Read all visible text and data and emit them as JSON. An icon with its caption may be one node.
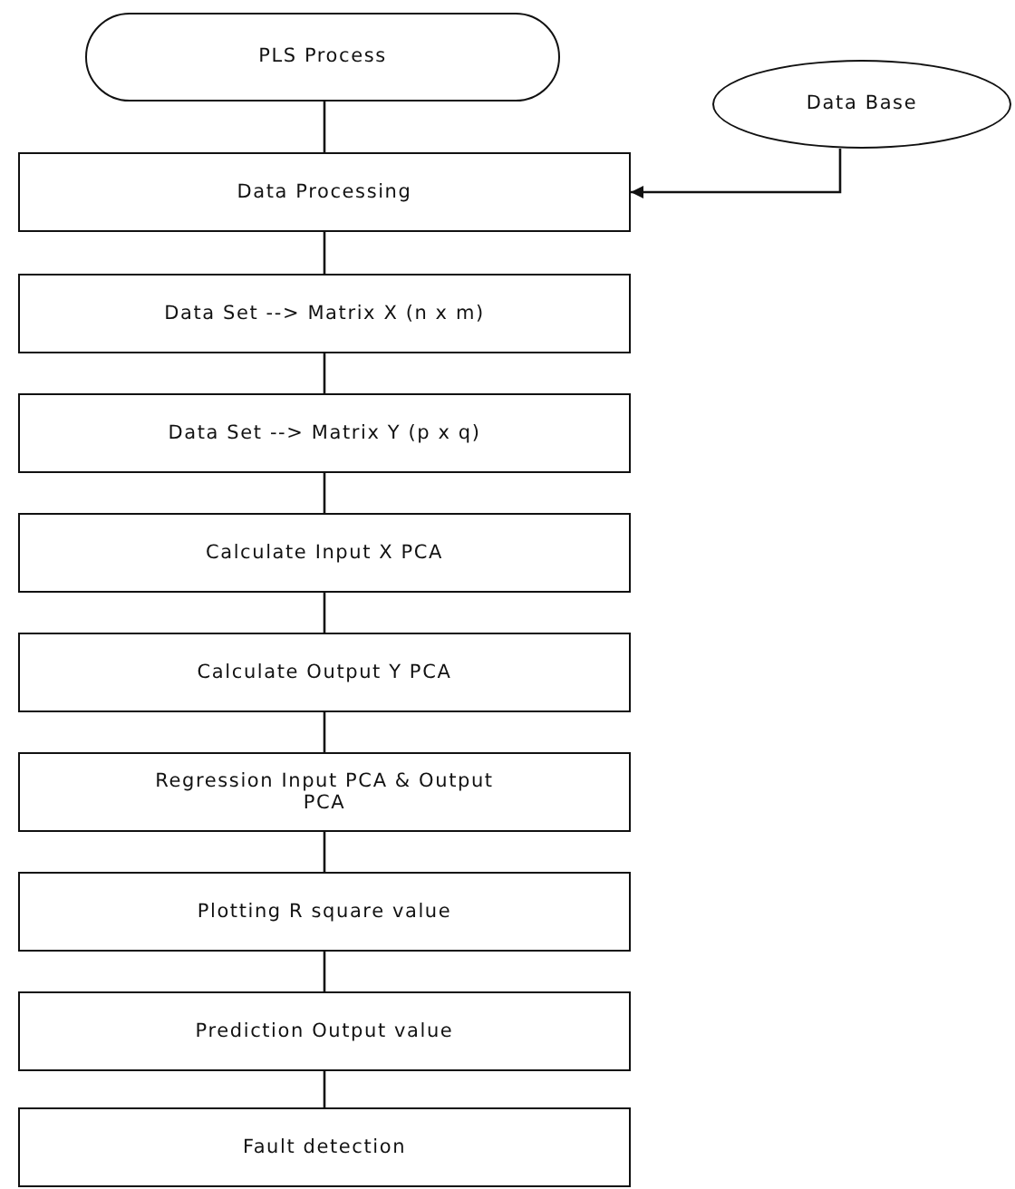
{
  "diagram": {
    "nodes": [
      {
        "text": [
          "PLS Process"
        ]
      },
      {
        "text": [
          "Data Base"
        ]
      },
      {
        "text": [
          "Data Processing"
        ]
      },
      {
        "text": [
          "Data Set --> Matrix X (n x m)"
        ]
      },
      {
        "text": [
          "Data Set --> Matrix Y (p x q)"
        ]
      },
      {
        "text": [
          "Calculate Input X PCA"
        ]
      },
      {
        "text": [
          "Calculate Output Y PCA"
        ]
      },
      {
        "text": [
          "Regression Input PCA & Output PCA"
        ]
      },
      {
        "text": [
          "Plotting R square value"
        ]
      },
      {
        "text": [
          "Prediction Output value"
        ]
      },
      {
        "text": [
          "Fault detection"
        ]
      }
    ],
    "edges": [
      {
        "from": 0,
        "to": 2,
        "arrow": "none"
      },
      {
        "from": 1,
        "to": 2,
        "arrow": "to"
      },
      {
        "from": 2,
        "to": 3,
        "arrow": "none"
      },
      {
        "from": 3,
        "to": 4,
        "arrow": "none"
      },
      {
        "from": 4,
        "to": 5,
        "arrow": "none"
      },
      {
        "from": 5,
        "to": 6,
        "arrow": "none"
      },
      {
        "from": 6,
        "to": 7,
        "arrow": "none"
      },
      {
        "from": 7,
        "to": 8,
        "arrow": "none"
      },
      {
        "from": 8,
        "to": 9,
        "arrow": "none"
      },
      {
        "from": 9,
        "to": 10,
        "arrow": "none"
      }
    ]
  }
}
